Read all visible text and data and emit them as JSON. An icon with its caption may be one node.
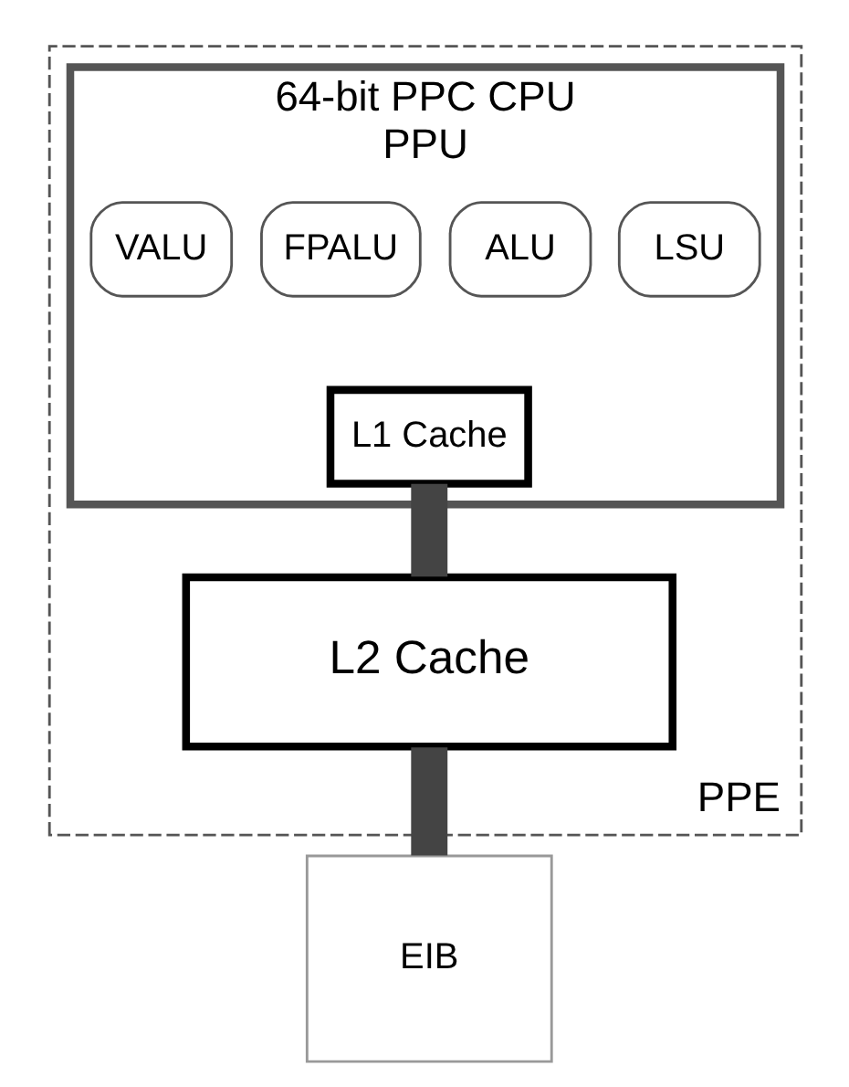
{
  "diagram": {
    "nodes": [
      {
        "text": [
          "PPE"
        ]
      },
      {
        "text": [
          "64-bit PPC CPU",
          "PPU"
        ],
        "in": 0
      },
      {
        "text": [
          "VALU"
        ],
        "in": 1
      },
      {
        "text": [
          "FPALU"
        ],
        "in": 1
      },
      {
        "text": [
          "ALU"
        ],
        "in": 1
      },
      {
        "text": [
          "LSU"
        ],
        "in": 1
      },
      {
        "text": [
          "L1 Cache"
        ],
        "in": 1
      },
      {
        "text": [
          "L2 Cache"
        ],
        "in": 0
      },
      {
        "text": [
          "EIB"
        ]
      }
    ],
    "edges": [
      {
        "from": 6,
        "to": 7,
        "arrow": "none"
      },
      {
        "from": 7,
        "to": 8,
        "arrow": "none"
      }
    ]
  }
}
